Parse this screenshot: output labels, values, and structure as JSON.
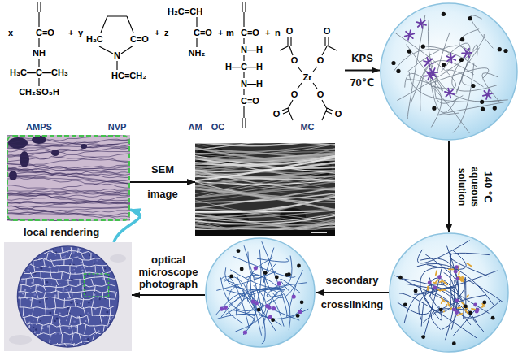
{
  "diagram": {
    "nodes": [
      {
        "text": [
          "AMPS",
          "NVP",
          "AM",
          "OC",
          "MC"
        ]
      },
      {
        "text": []
      },
      {
        "text": []
      },
      {
        "text": []
      },
      {
        "text": []
      },
      {
        "text": []
      },
      {
        "text": []
      }
    ],
    "edges": [
      {
        "from": 0,
        "to": 1,
        "arrow": "to",
        "label": "KPS 70℃"
      },
      {
        "from": 1,
        "to": 2,
        "arrow": "to",
        "label": "140 ℃ aqueous solution"
      },
      {
        "from": 2,
        "to": 3,
        "arrow": "to",
        "label": "secondary crosslinking"
      },
      {
        "from": 3,
        "to": 4,
        "arrow": "to",
        "label": "optical microscope photograph"
      },
      {
        "from": 4,
        "to": 5,
        "arrow": "to",
        "label": "local rendering"
      },
      {
        "from": 5,
        "to": 6,
        "arrow": "to",
        "label": "SEM image"
      }
    ],
    "labels": [
      "x",
      "C=O",
      "+",
      "y",
      "NH",
      "H₃C—C—CH₃",
      "CH₂SO₃H",
      "H₂C",
      "C=O",
      "N",
      "HC=CH₂",
      "+",
      "z",
      "H₂C=CH",
      "C=O",
      "NH₂",
      "+",
      "m",
      "C=O",
      "N—H",
      "H—C—H",
      "N—H",
      "C=O",
      "+",
      "n",
      "O",
      "O",
      "O",
      "O",
      "O",
      "O",
      "O",
      "O",
      "Zr"
    ]
  }
}
